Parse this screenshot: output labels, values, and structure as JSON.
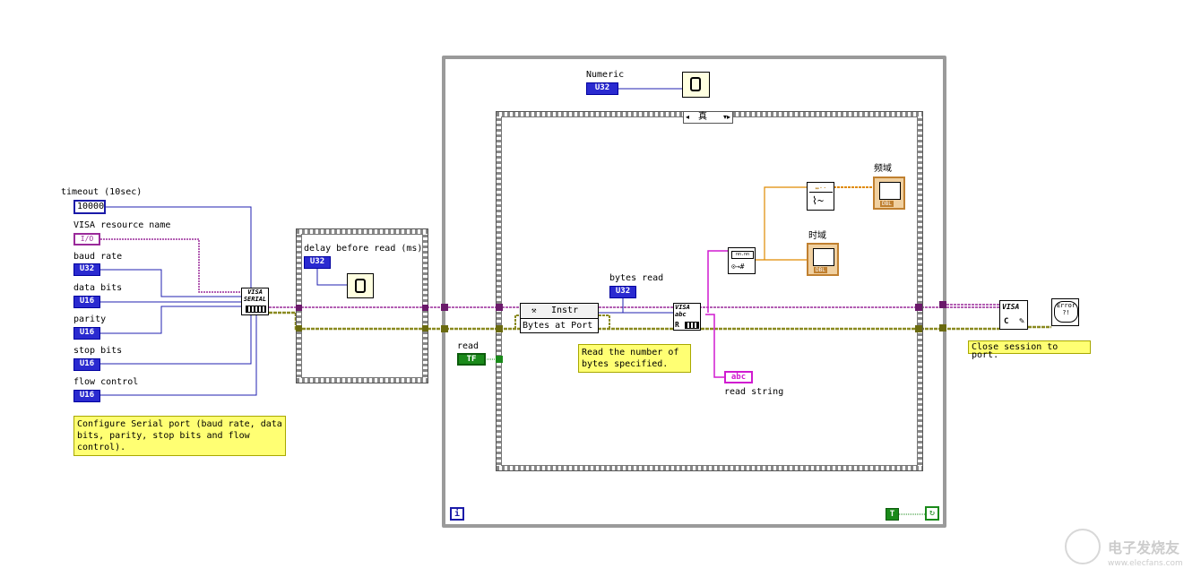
{
  "controls": {
    "timeout_label": "timeout (10sec)",
    "timeout_value": "10000",
    "visa_label": "VISA resource name",
    "visa_value": "I/O",
    "baud_label": "baud rate",
    "baud_type": "U32",
    "databits_label": "data bits",
    "databits_type": "U16",
    "parity_label": "parity",
    "parity_type": "U16",
    "stopbits_label": "stop bits",
    "stopbits_type": "U16",
    "flow_label": "flow control",
    "flow_type": "U16"
  },
  "notes": {
    "configure": "Configure Serial port (baud rate, data\nbits, parity, stop bits and flow\ncontrol).",
    "read_bytes": "Read the number of\nbytes specified.",
    "close": "Close session to port."
  },
  "seq": {
    "delay_label": "delay before read (ms)",
    "delay_type": "U32"
  },
  "loop": {
    "numeric_label": "Numeric",
    "numeric_type": "U32",
    "case_selector": "真",
    "read_label": "read",
    "read_value": "TF",
    "bytes_read_label": "bytes read",
    "bytes_read_type": "U32",
    "property_class": "Instr",
    "property_name": "Bytes at Port",
    "read_string_label": "read string",
    "read_string_type": "abc",
    "freq_label": "频域",
    "time_label": "时域",
    "iteration": "i",
    "stop_value": "T"
  },
  "nodes": {
    "visa_serial": "VISA\nSERIAL",
    "visa_read": "VISA\nabc",
    "visa_close": "VISA",
    "error_handler": "Error\n?!"
  },
  "watermark": {
    "text": "电子发烧友",
    "url": "www.elecfans.com"
  },
  "colors": {
    "wire_refnum": "#9a2a9a",
    "wire_error": "#8a8a20",
    "wire_int": "#2020b0",
    "wire_dbl": "#e08a00",
    "wire_bool": "#1a8a1a",
    "note_bg": "#ffff73"
  }
}
